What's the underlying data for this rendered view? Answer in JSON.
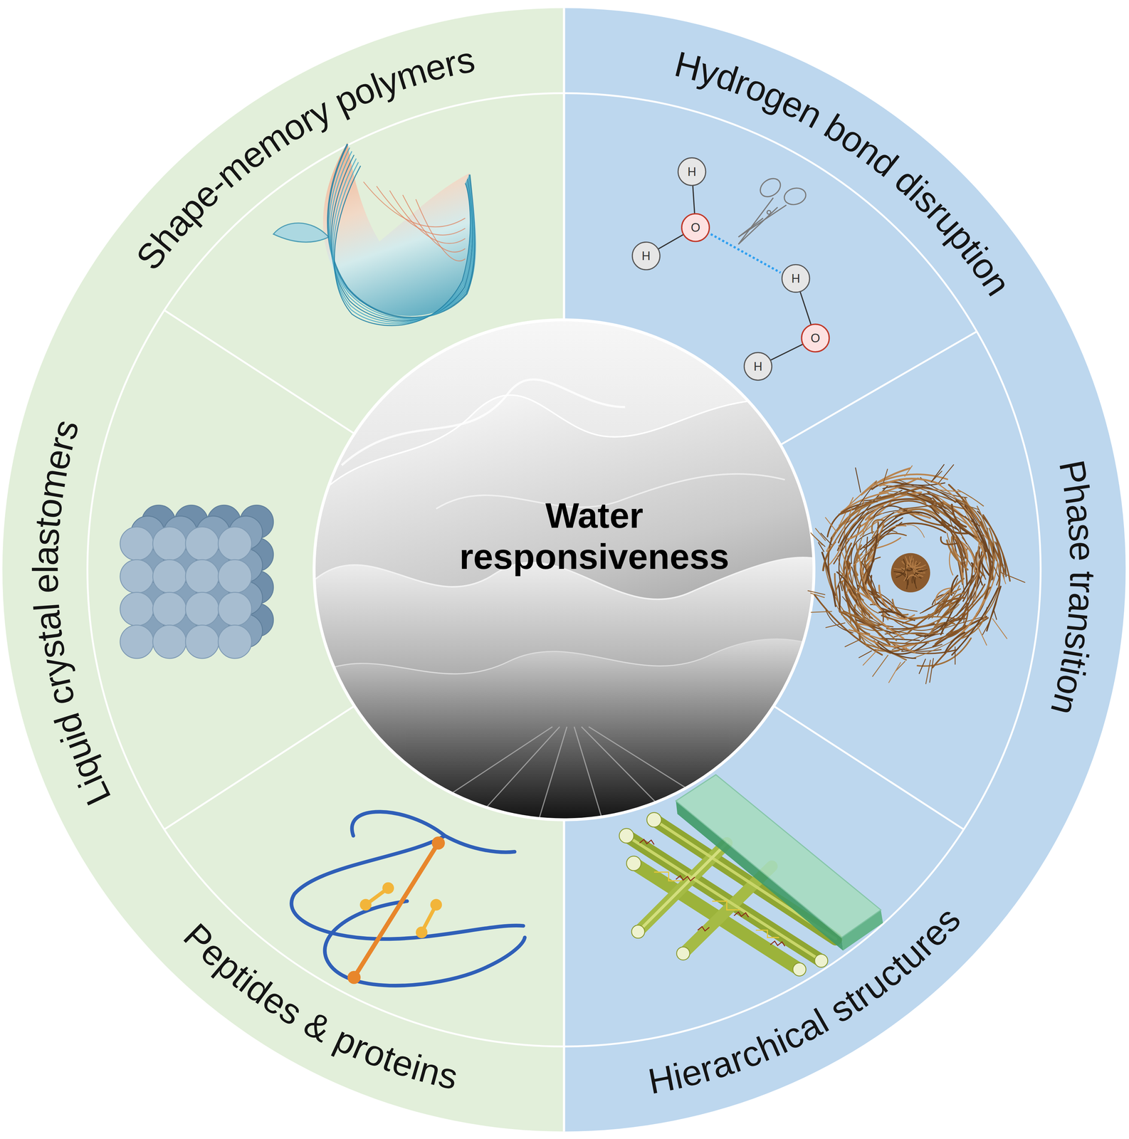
{
  "diagram": {
    "nodes": [
      {
        "text": [
          "Water responsiveness"
        ]
      },
      {
        "text": [
          "Shape-memory polymers"
        ]
      },
      {
        "text": [
          "Hydrogen bond disruption"
        ]
      },
      {
        "text": [
          "Phase transition"
        ]
      },
      {
        "text": [
          "Hierarchical structures"
        ]
      },
      {
        "text": [
          "Peptides & proteins"
        ]
      },
      {
        "text": [
          "Liquid crystal elastomers"
        ]
      }
    ],
    "labels": [
      "H",
      "O",
      "H",
      "H",
      "O",
      "H"
    ]
  }
}
